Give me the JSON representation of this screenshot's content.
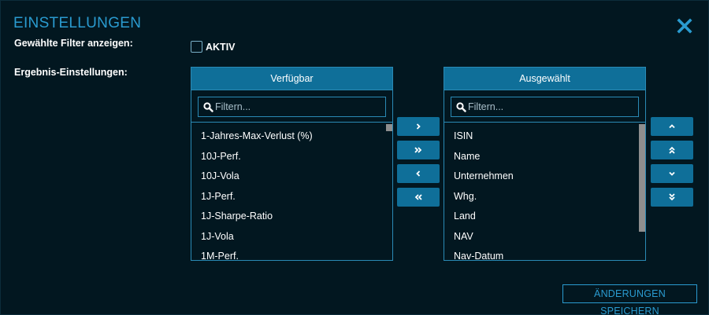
{
  "dialog": {
    "title": "EINSTELLUNGEN",
    "close_icon": "close-icon",
    "accent_color": "#2a9bd0",
    "panel_header_color": "#0f6f99"
  },
  "filter_row": {
    "label": "Gewählte Filter anzeigen:",
    "checkbox_label": "AKTIV",
    "checked": false
  },
  "result_row": {
    "label": "Ergebnis-Einstellungen:"
  },
  "available": {
    "header": "Verfügbar",
    "search_placeholder": "Filtern...",
    "items": [
      "1-Jahres-Max-Verlust (%)",
      "10J-Perf.",
      "10J-Vola",
      "1J-Perf.",
      "1J-Sharpe-Ratio",
      "1J-Vola",
      "1M-Perf."
    ]
  },
  "selected": {
    "header": "Ausgewählt",
    "search_placeholder": "Filtern...",
    "items": [
      "ISIN",
      "Name",
      "Unternehmen",
      "Whg.",
      "Land",
      "NAV",
      "Nav-Datum"
    ]
  },
  "transfer_buttons": {
    "icons": [
      "chevron-right-icon",
      "double-chevron-right-icon",
      "chevron-left-icon",
      "double-chevron-left-icon"
    ]
  },
  "order_buttons": {
    "icons": [
      "chevron-up-icon",
      "double-chevron-up-icon",
      "chevron-down-icon",
      "double-chevron-down-icon"
    ]
  },
  "footer": {
    "save_label": "ÄNDERUNGEN SPEICHERN"
  }
}
